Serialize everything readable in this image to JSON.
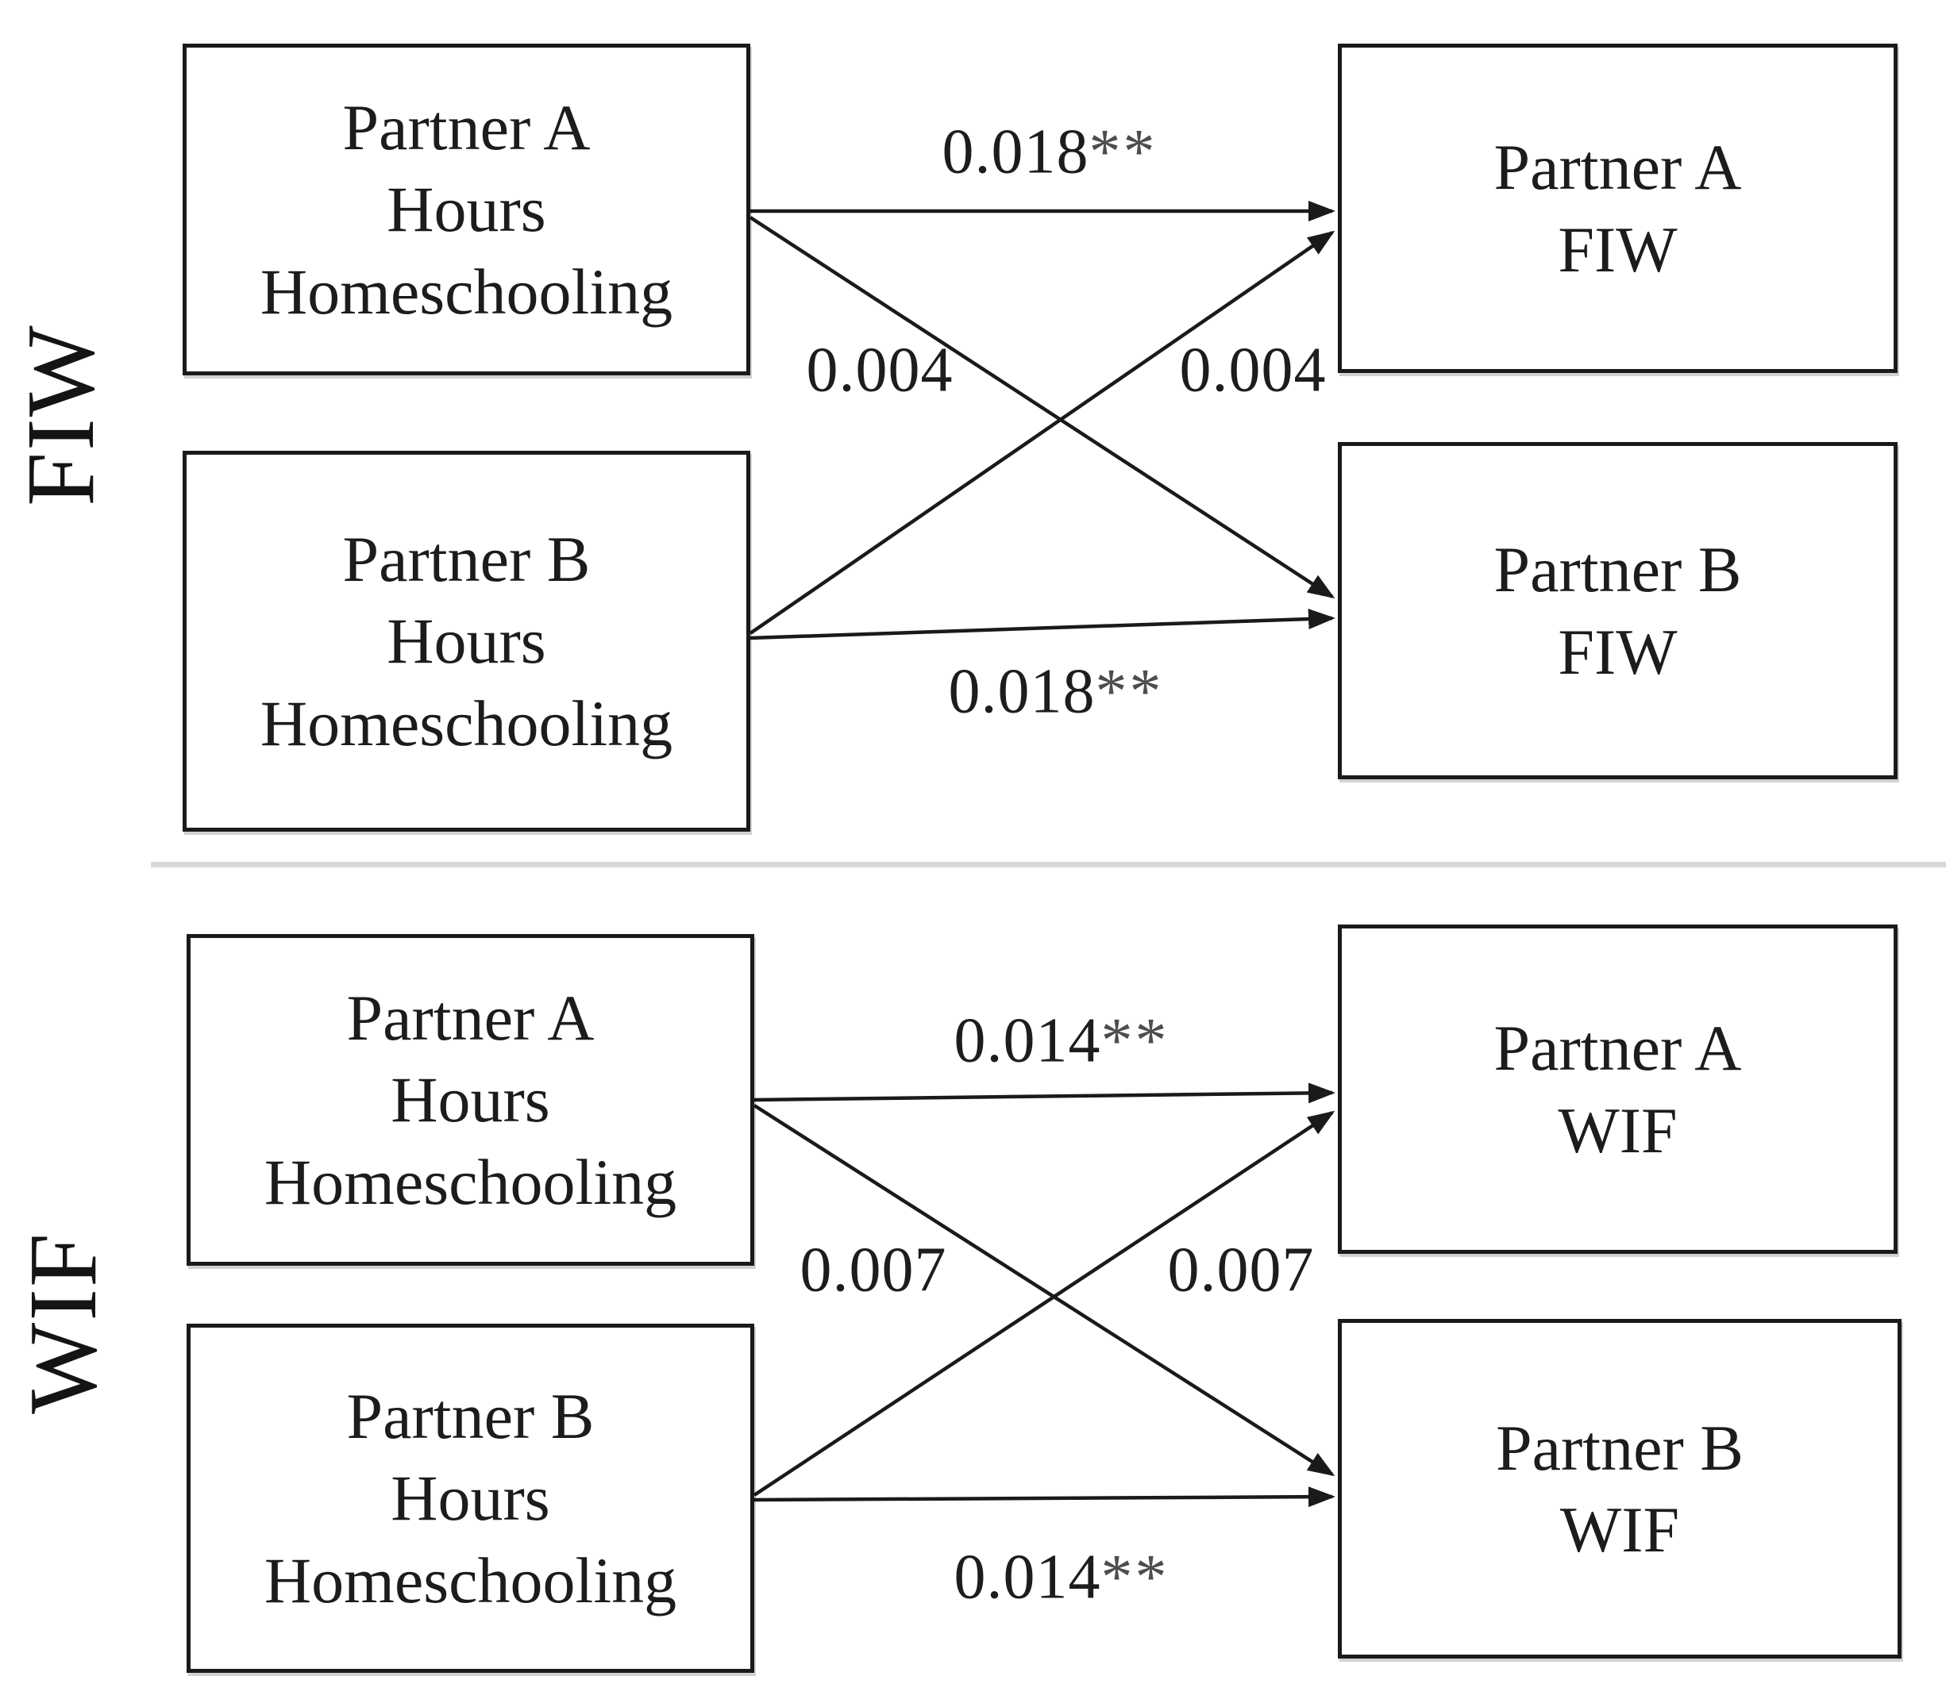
{
  "figure": {
    "background": "#ffffff",
    "colors": {
      "box_border": "#1a1a1a",
      "text": "#1c1c1c",
      "stars": "#4d4d4d",
      "arrow": "#1a1a1a",
      "divider": "#d9d9d9"
    },
    "panels": [
      {
        "side_label": "FIW",
        "boxes": {
          "left_a": {
            "lines": [
              "Partner A",
              "Hours",
              "Homeschooling"
            ]
          },
          "left_b": {
            "lines": [
              "Partner B",
              "Hours",
              "Homeschooling"
            ]
          },
          "right_a": {
            "lines": [
              "Partner A",
              "FIW"
            ]
          },
          "right_b": {
            "lines": [
              "Partner B",
              "FIW"
            ]
          }
        },
        "paths": {
          "actor_a": {
            "value": "0.018",
            "stars": "**"
          },
          "partner_left": {
            "value": "0.004",
            "stars": ""
          },
          "partner_right": {
            "value": "0.004",
            "stars": ""
          },
          "actor_b": {
            "value": "0.018",
            "stars": "**"
          }
        }
      },
      {
        "side_label": "WIF",
        "boxes": {
          "left_a": {
            "lines": [
              "Partner A",
              "Hours",
              "Homeschooling"
            ]
          },
          "left_b": {
            "lines": [
              "Partner B",
              "Hours",
              "Homeschooling"
            ]
          },
          "right_a": {
            "lines": [
              "Partner A",
              "WIF"
            ]
          },
          "right_b": {
            "lines": [
              "Partner B",
              "WIF"
            ]
          }
        },
        "paths": {
          "actor_a": {
            "value": "0.014",
            "stars": "**"
          },
          "partner_left": {
            "value": "0.007",
            "stars": ""
          },
          "partner_right": {
            "value": "0.007",
            "stars": ""
          },
          "actor_b": {
            "value": "0.014",
            "stars": "**"
          }
        }
      }
    ]
  }
}
